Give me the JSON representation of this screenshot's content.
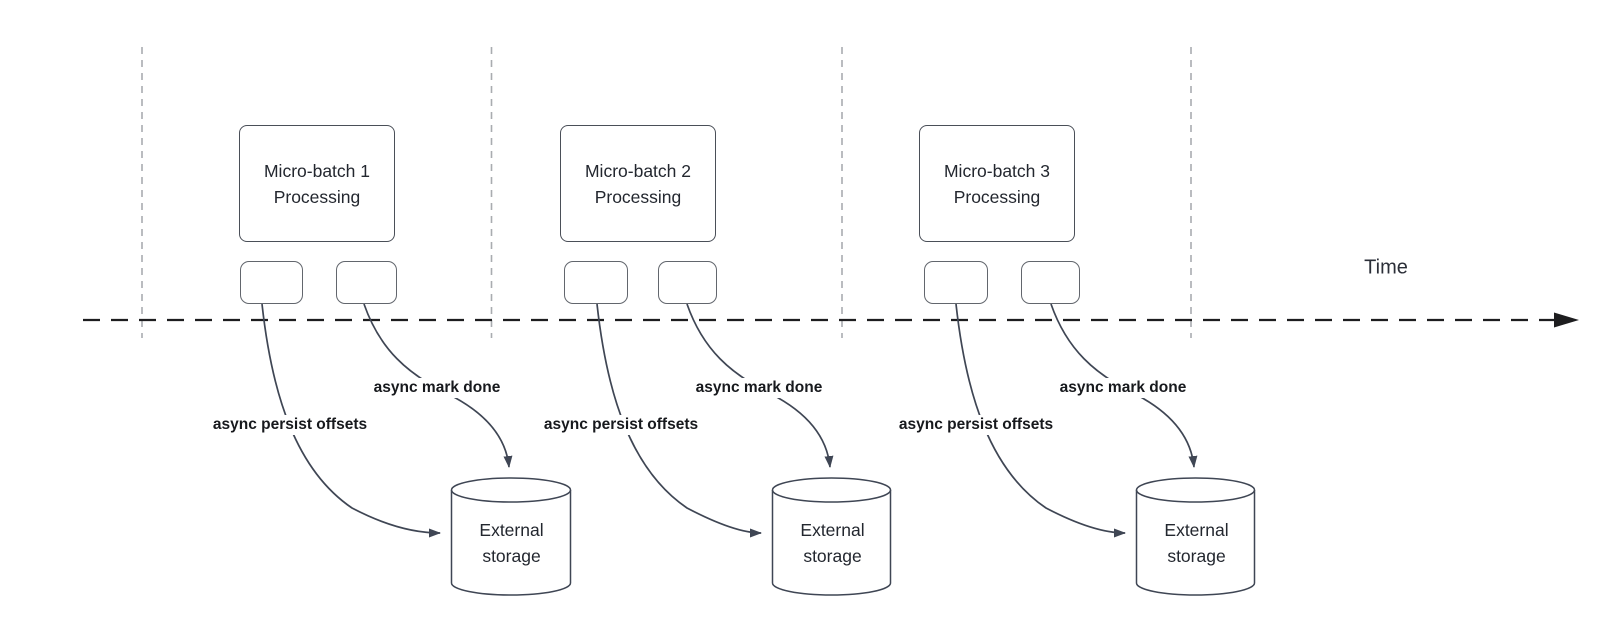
{
  "timeline": {
    "label": "Time"
  },
  "groups": [
    {
      "name": "Micro-batch 1",
      "subtitle": "Processing",
      "persist_label": "async persist offsets",
      "done_label": "async mark done",
      "storage_label": "External\nstorage"
    },
    {
      "name": "Micro-batch 2",
      "subtitle": "Processing",
      "persist_label": "async persist offsets",
      "done_label": "async mark done",
      "storage_label": "External\nstorage"
    },
    {
      "name": "Micro-batch 3",
      "subtitle": "Processing",
      "persist_label": "async persist offsets",
      "done_label": "async mark done",
      "storage_label": "External\nstorage"
    }
  ],
  "colors": {
    "shape_stroke": "#3f4654",
    "timeline_stroke": "#1d1d1f",
    "guide_stroke": "#a9acb0",
    "box_text": "#23272f",
    "label_text": "#17191d"
  }
}
